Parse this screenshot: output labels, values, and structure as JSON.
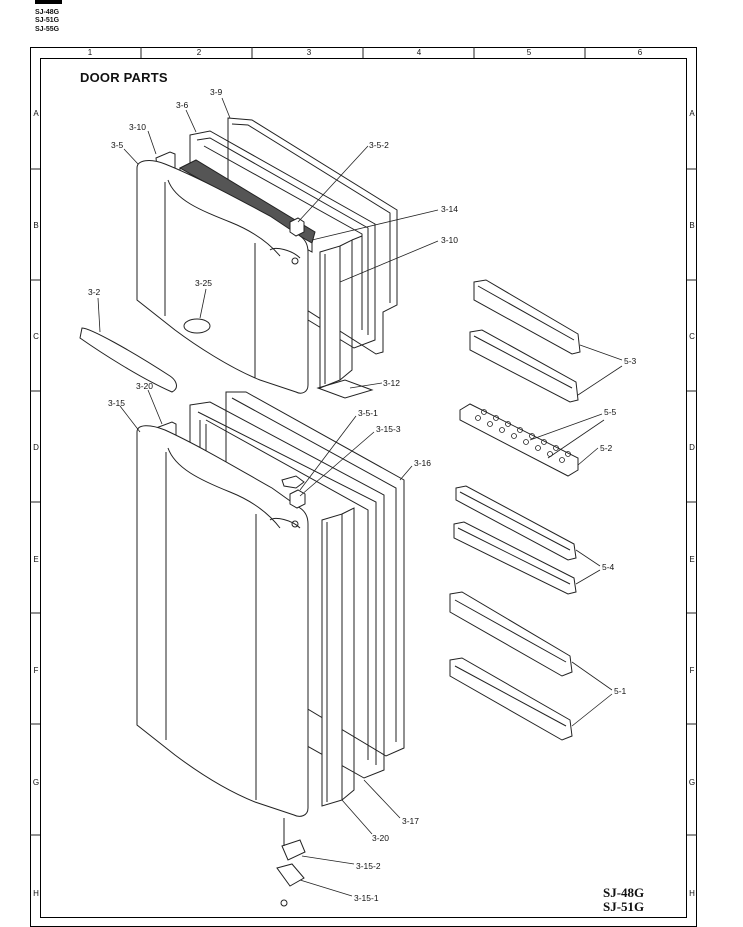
{
  "header": {
    "models": [
      "SJ-48G",
      "SJ-51G",
      "SJ-55G"
    ]
  },
  "title": "DOOR PARTS",
  "grid": {
    "columns": [
      "1",
      "2",
      "3",
      "4",
      "5",
      "6"
    ],
    "rows": [
      "A",
      "B",
      "C",
      "D",
      "E",
      "F",
      "G",
      "H"
    ]
  },
  "parts": {
    "p3_9": "3-9",
    "p3_6": "3-6",
    "p3_10a": "3-10",
    "p3_5": "3-5",
    "p3_5_2": "3-5-2",
    "p3_14": "3-14",
    "p3_10b": "3-10",
    "p3_2": "3-2",
    "p3_25": "3-25",
    "p3_12": "3-12",
    "p3_20a": "3-20",
    "p3_15": "3-15",
    "p3_5_1": "3-5-1",
    "p3_15_3": "3-15-3",
    "p3_16": "3-16",
    "p3_17": "3-17",
    "p3_20b": "3-20",
    "p3_15_2": "3-15-2",
    "p3_15_1": "3-15-1",
    "p5_3": "5-3",
    "p5_5": "5-5",
    "p5_2": "5-2",
    "p5_4": "5-4",
    "p5_1": "5-1"
  },
  "footer": {
    "models": [
      "SJ-48G",
      "SJ-51G"
    ]
  }
}
